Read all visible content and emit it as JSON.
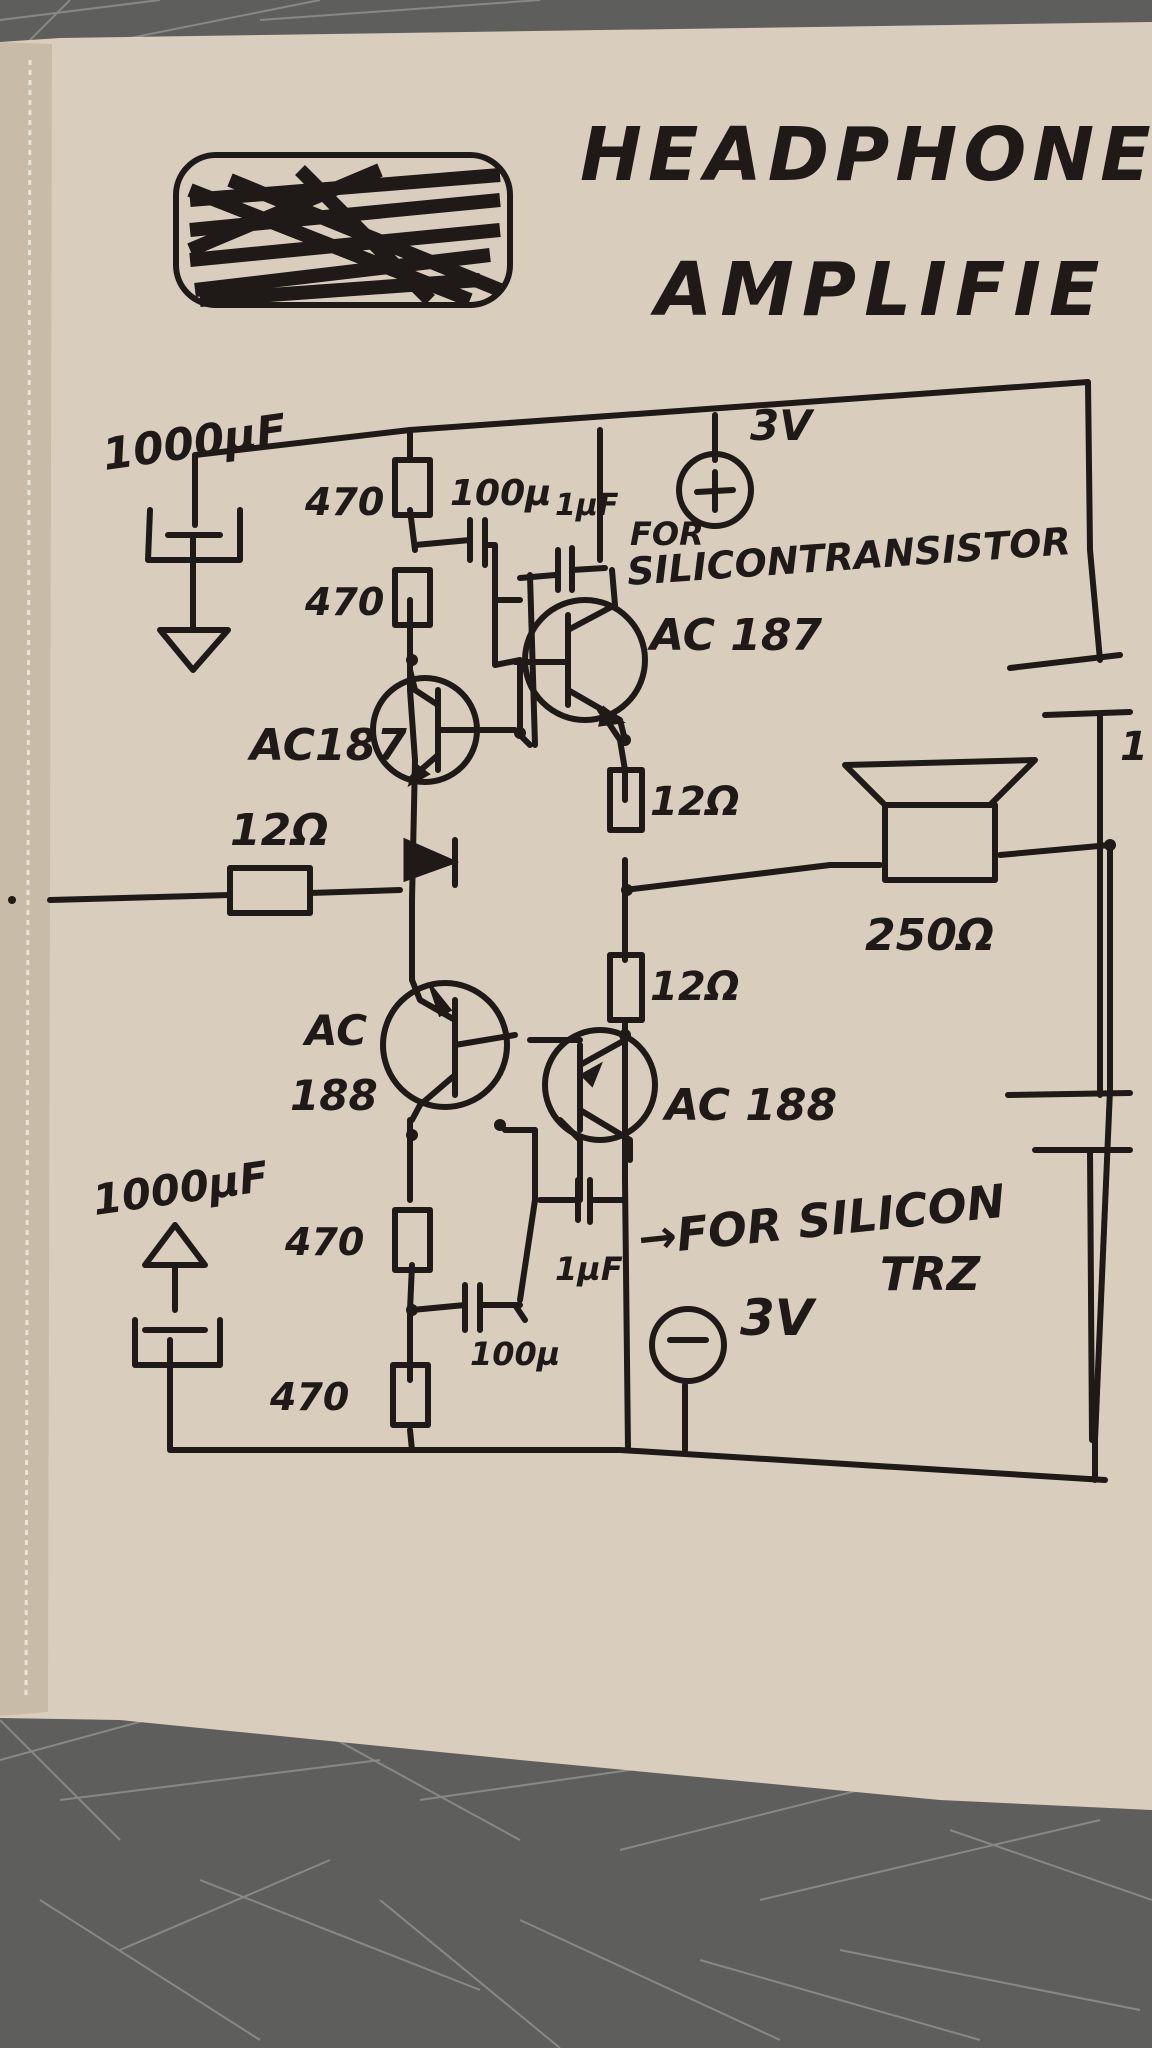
{
  "colors": {
    "background_fabric": "#5e5f5c",
    "fabric_lines": "#a9aba6",
    "paper": "#d9cebe",
    "paper_edge": "#c8bca9",
    "ink": "#1f1a17"
  },
  "title": {
    "line1": "HEADPHONES",
    "line2": "AMPLIFIE"
  },
  "labels": {
    "cap_top": "1000µF",
    "cap_bottom": "1000µF",
    "r_top_1": "470",
    "r_top_2": "470",
    "r_bot_1": "470",
    "r_bot_2": "470",
    "cap_100u_top": "100µ",
    "cap_100u_bot": "100µ",
    "cap_1u_top": "1µF",
    "cap_1u_bot": "1µF",
    "note_top_1": "FOR",
    "note_top_2": "SILICONTRANSISTOR",
    "note_bot_1": "→FOR SILICON",
    "note_bot_2": "TRZ",
    "supply_pos": "3V",
    "supply_neg": "3V",
    "t1": "AC187",
    "t2": "AC 187",
    "t3_1": "AC",
    "t3_2": "188",
    "t4": "AC 188",
    "r_input": "12Ω",
    "r_emit_1": "12Ω",
    "r_emit_2": "12Ω",
    "speaker": "250Ω",
    "cut_off": "1"
  },
  "icons": {
    "pos_supply": "plus-in-circle",
    "neg_supply": "minus-in-circle",
    "ground": "ground-triangle",
    "speaker": "speaker-horn",
    "redaction": "scribbled-out-box"
  }
}
